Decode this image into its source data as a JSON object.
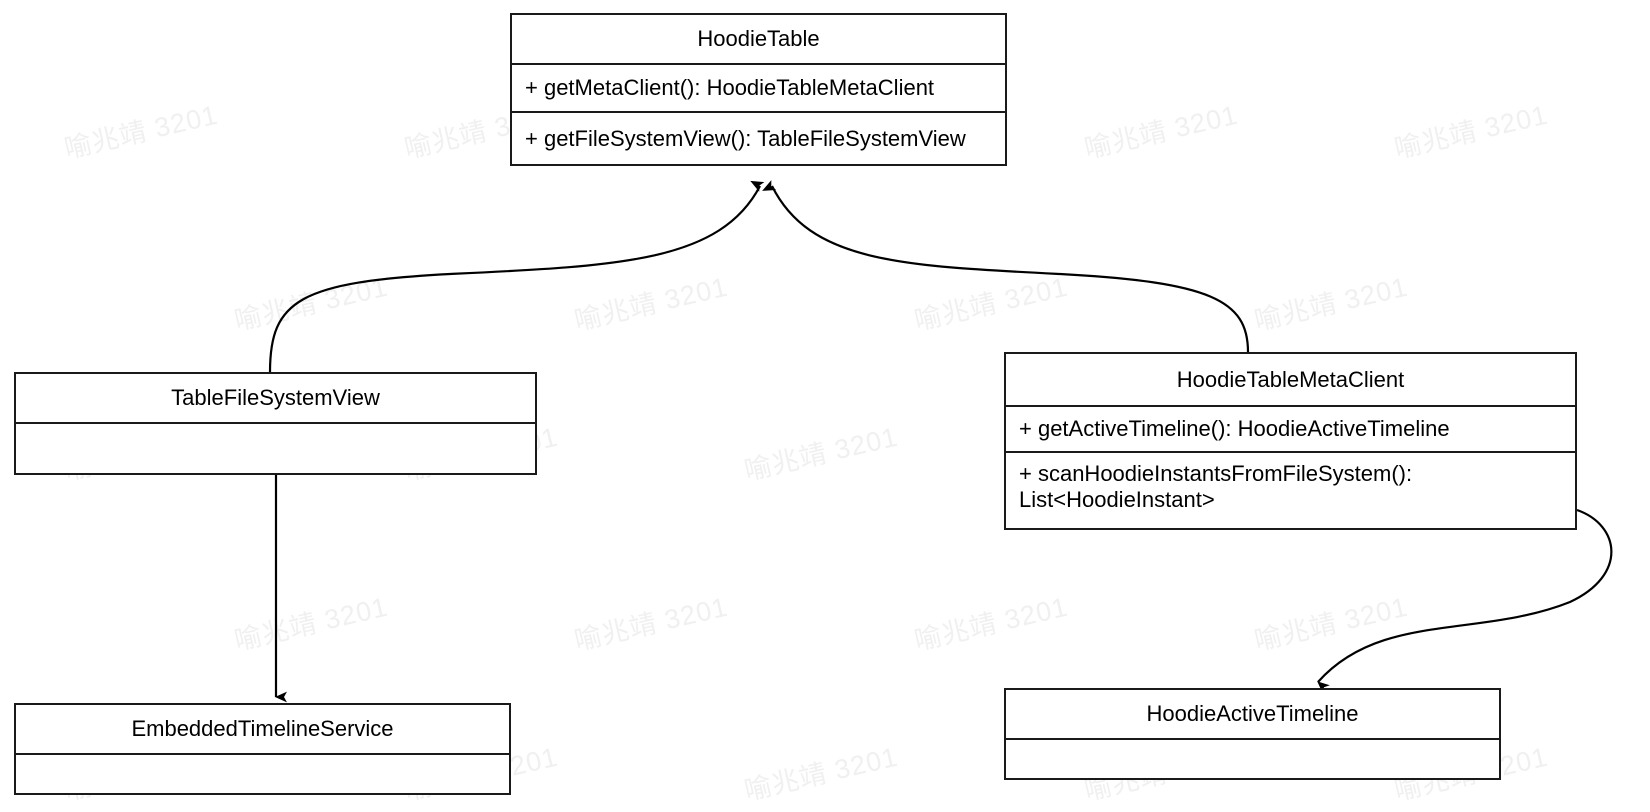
{
  "diagram": {
    "type": "uml-class-diagram",
    "background_color": "#ffffff",
    "line_color": "#1a1a1a",
    "text_color": "#000000",
    "watermark": {
      "text": "喻兆靖 3201",
      "color": "#f0f0f0"
    }
  },
  "classes": {
    "hoodie_table": {
      "name": "HoodieTable",
      "members": [
        "+ getMetaClient(): HoodieTableMetaClient",
        "+ getFileSystemView(): TableFileSystemView"
      ]
    },
    "table_file_system_view": {
      "name": "TableFileSystemView",
      "members": [
        ""
      ]
    },
    "hoodie_table_meta_client": {
      "name": "HoodieTableMetaClient",
      "members": [
        "+ getActiveTimeline(): HoodieActiveTimeline",
        "+ scanHoodieInstantsFromFileSystem():\nList<HoodieInstant>"
      ]
    },
    "embedded_timeline_service": {
      "name": "EmbeddedTimelineService",
      "members": [
        ""
      ]
    },
    "hoodie_active_timeline": {
      "name": "HoodieActiveTimeline",
      "members": [
        ""
      ]
    }
  },
  "relationships": [
    {
      "id": "rel-tablefilesystemview-to-hoodietable",
      "from": "TableFileSystemView",
      "to": "HoodieTable",
      "style": "curved",
      "arrow": "open-arrow-at-target"
    },
    {
      "id": "rel-hoodietablemetaclient-to-hoodietable",
      "from": "HoodieTableMetaClient",
      "to": "HoodieTable",
      "style": "curved",
      "arrow": "open-arrow-at-target"
    },
    {
      "id": "rel-tablefilesystemview-to-embeddedtimelineservice",
      "from": "TableFileSystemView",
      "to": "EmbeddedTimelineService",
      "style": "straight",
      "arrow": "filled-arrow-at-target"
    },
    {
      "id": "rel-hoodietablemetaclient-to-hoodieactivetimeline",
      "from": "HoodieTableMetaClient",
      "to": "HoodieActiveTimeline",
      "style": "curved",
      "arrow": "filled-arrow-at-target"
    }
  ]
}
